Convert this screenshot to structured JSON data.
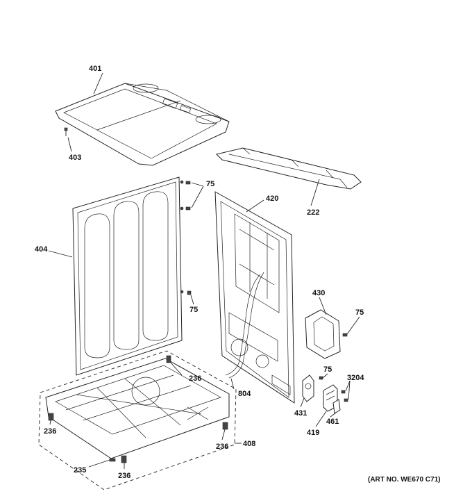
{
  "art_number": "(ART NO. WE670 C71)",
  "callouts": {
    "c401": "401",
    "c403": "403",
    "c222": "222",
    "c75a": "75",
    "c75b": "75",
    "c75c": "75",
    "c75d": "75",
    "c404": "404",
    "c420": "420",
    "c430": "430",
    "c236a": "236",
    "c236b": "236",
    "c236c": "236",
    "c236d": "236",
    "c804": "804",
    "c3204": "3204",
    "c408": "408",
    "c431": "431",
    "c419": "419",
    "c461": "461",
    "c235": "235"
  },
  "colors": {
    "line": "#222222",
    "background": "#ffffff"
  }
}
